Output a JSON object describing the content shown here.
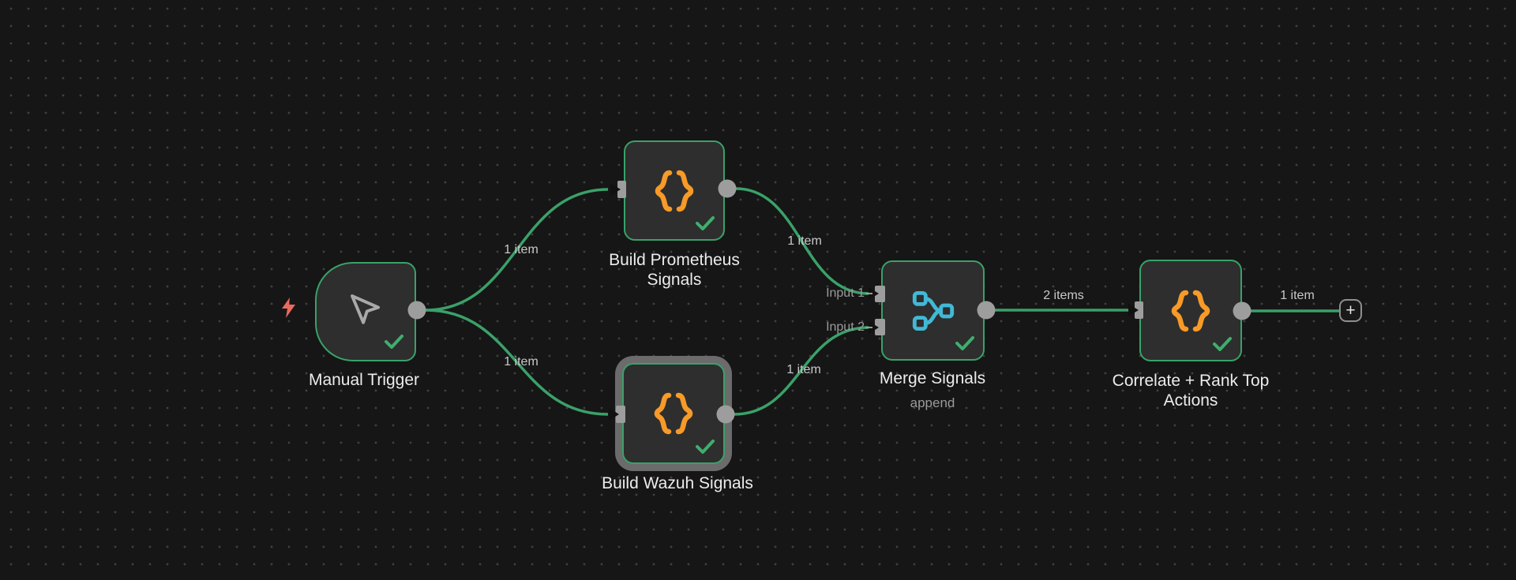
{
  "app": {
    "name": "workflow-editor-canvas"
  },
  "palette": {
    "background": "#161616",
    "grid_dot": "#404040",
    "connection_green": "#3aa169",
    "node_fill": "#2e2e2e",
    "connector_gray": "#9d9d9d",
    "selection_gray": "#6b6b6b",
    "code_icon_orange": "#f79a28",
    "merge_icon_blue": "#41b9d6",
    "trigger_bolt_red": "#e96a5f",
    "check_green": "#3fae6e"
  },
  "nodes": [
    {
      "id": "manual-trigger",
      "label": "Manual Trigger",
      "type": "manual-trigger",
      "icon": "cursor-icon",
      "status": "success"
    },
    {
      "id": "build-prometheus-signals",
      "label": "Build Prometheus Signals",
      "type": "code",
      "icon": "code-braces-icon",
      "status": "success"
    },
    {
      "id": "build-wazuh-signals",
      "label": "Build Wazuh Signals",
      "type": "code",
      "icon": "code-braces-icon",
      "status": "success",
      "selected": true
    },
    {
      "id": "merge-signals",
      "label": "Merge Signals",
      "subtitle": "append",
      "type": "merge",
      "icon": "merge-icon",
      "status": "success",
      "input_labels": [
        "Input 1",
        "Input 2"
      ]
    },
    {
      "id": "correlate-rank-top-actions",
      "label": "Correlate + Rank Top Actions",
      "type": "code",
      "icon": "code-braces-icon",
      "status": "success"
    }
  ],
  "connections": [
    {
      "from": "manual-trigger",
      "to": "build-prometheus-signals",
      "label": "1 item"
    },
    {
      "from": "manual-trigger",
      "to": "build-wazuh-signals",
      "label": "1 item"
    },
    {
      "from": "build-prometheus-signals",
      "to": "merge-signals:input-1",
      "label": "1 item"
    },
    {
      "from": "build-wazuh-signals",
      "to": "merge-signals:input-2",
      "label": "1 item"
    },
    {
      "from": "merge-signals",
      "to": "correlate-rank-top-actions",
      "label": "2 items"
    },
    {
      "from": "correlate-rank-top-actions",
      "to": "add-node",
      "label": "1 item"
    }
  ],
  "add_button": {
    "label": "+"
  }
}
